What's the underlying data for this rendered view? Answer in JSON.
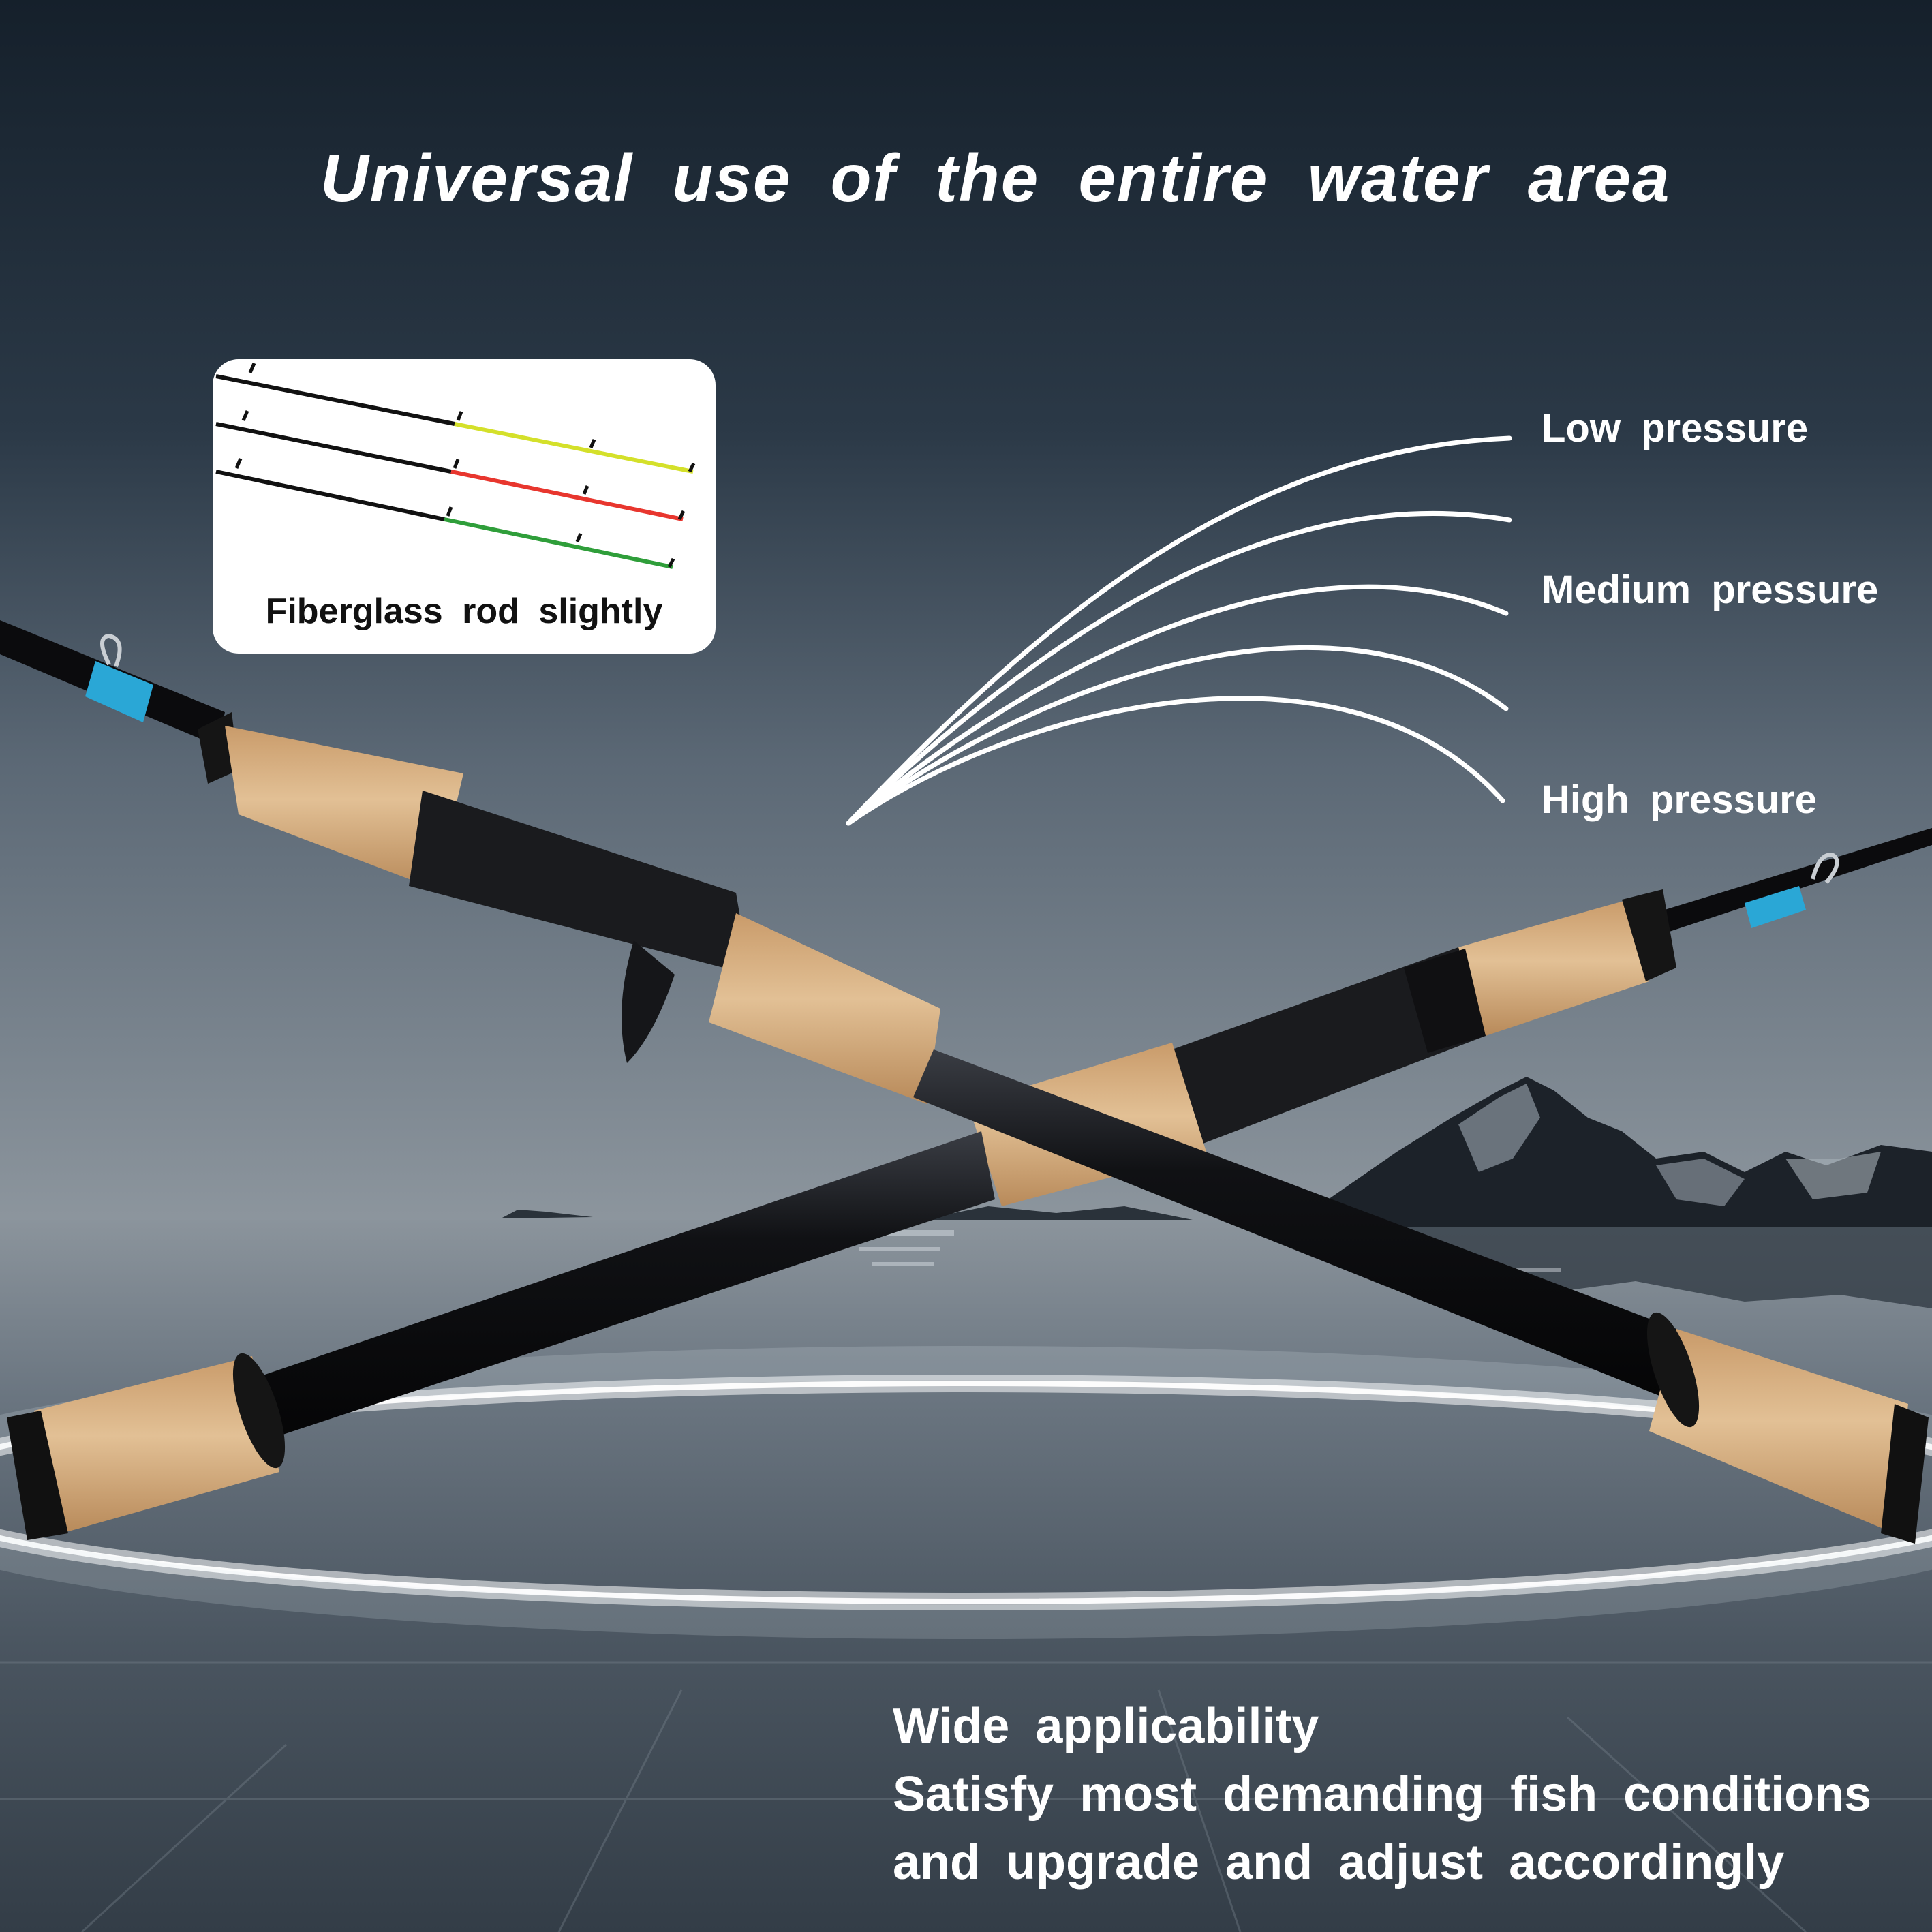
{
  "headline": "Universal use of the entire water area",
  "inset": {
    "caption": "Fiberglass rod slightly",
    "tip_colors": [
      "#d4e02a",
      "#e8362e",
      "#2f9e3a"
    ]
  },
  "pressure_labels": {
    "low": "Low pressure",
    "medium": "Medium pressure",
    "high": "High pressure"
  },
  "features": {
    "line1": "Wide applicability",
    "line2": "Satisfy most demanding fish conditions",
    "line3": "and upgrade and adjust accordingly"
  },
  "colors": {
    "sky_top": "#16212c",
    "sky_mid": "#4a5866",
    "cork": "#d9b487",
    "rod_blank": "#0b0b0d",
    "guide_wrap": "#2aa7d6",
    "text": "#ffffff"
  }
}
